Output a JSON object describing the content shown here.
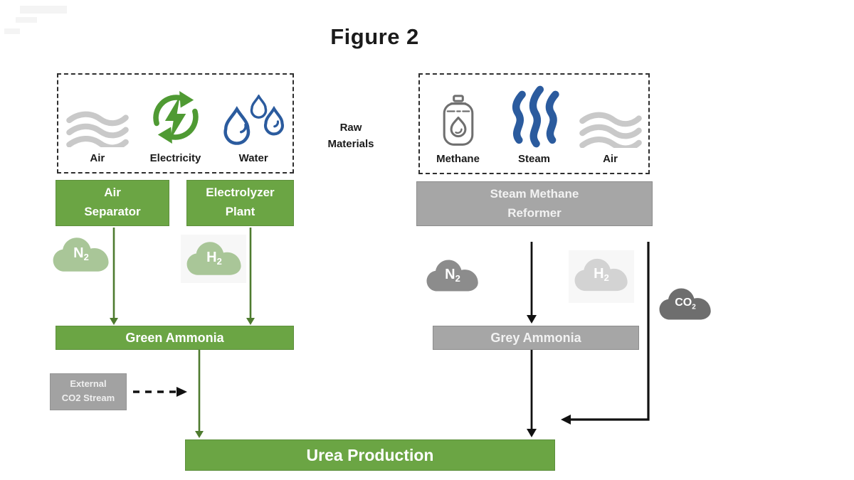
{
  "title": "Figure 2",
  "center_label": "Raw Materials",
  "colors": {
    "box_green": "#6ba544",
    "box_green_border": "#5d8f3c",
    "box_grey": "#a6a6a6",
    "arrow_green": "#4e7b2f",
    "arrow_black": "#111111",
    "cloud_light_green": "#a9c698",
    "cloud_grey": "#8c8c8c",
    "cloud_light_grey": "#d3d3d3",
    "cloud_dark_grey": "#6e6e6e",
    "icon_blue": "#2b5b9e",
    "icon_wave_grey": "#c9c9c9",
    "icon_electric_green": "#4f9a33",
    "icon_tank_grey": "#6f6f6f"
  },
  "left_inputs": {
    "items": [
      {
        "label": "Air",
        "icon": "air-waves"
      },
      {
        "label": "Electricity",
        "icon": "recycle-electricity"
      },
      {
        "label": "Water",
        "icon": "water-drops"
      }
    ]
  },
  "right_inputs": {
    "items": [
      {
        "label": "Methane",
        "icon": "gas-cylinder"
      },
      {
        "label": "Steam",
        "icon": "steam"
      },
      {
        "label": "Air",
        "icon": "air-waves"
      }
    ]
  },
  "process_boxes": {
    "air_separator": {
      "line1": "Air",
      "line2": "Separator"
    },
    "electrolyzer": {
      "line1": "Electrolyzer",
      "line2": "Plant"
    },
    "smr": {
      "line1": "Steam Methane",
      "line2": "Reformer"
    },
    "green_ammonia": {
      "label": "Green Ammonia"
    },
    "grey_ammonia": {
      "label": "Grey Ammonia"
    },
    "external_co2": {
      "line1": "External",
      "line2": "CO2 Stream"
    },
    "urea": {
      "label": "Urea Production"
    }
  },
  "clouds": {
    "n2_green": {
      "main": "N",
      "sub": "2"
    },
    "h2_green": {
      "main": "H",
      "sub": "2"
    },
    "n2_grey": {
      "main": "N",
      "sub": "2"
    },
    "h2_grey": {
      "main": "H",
      "sub": "2"
    },
    "co2": {
      "main": "CO",
      "sub": "2"
    }
  }
}
